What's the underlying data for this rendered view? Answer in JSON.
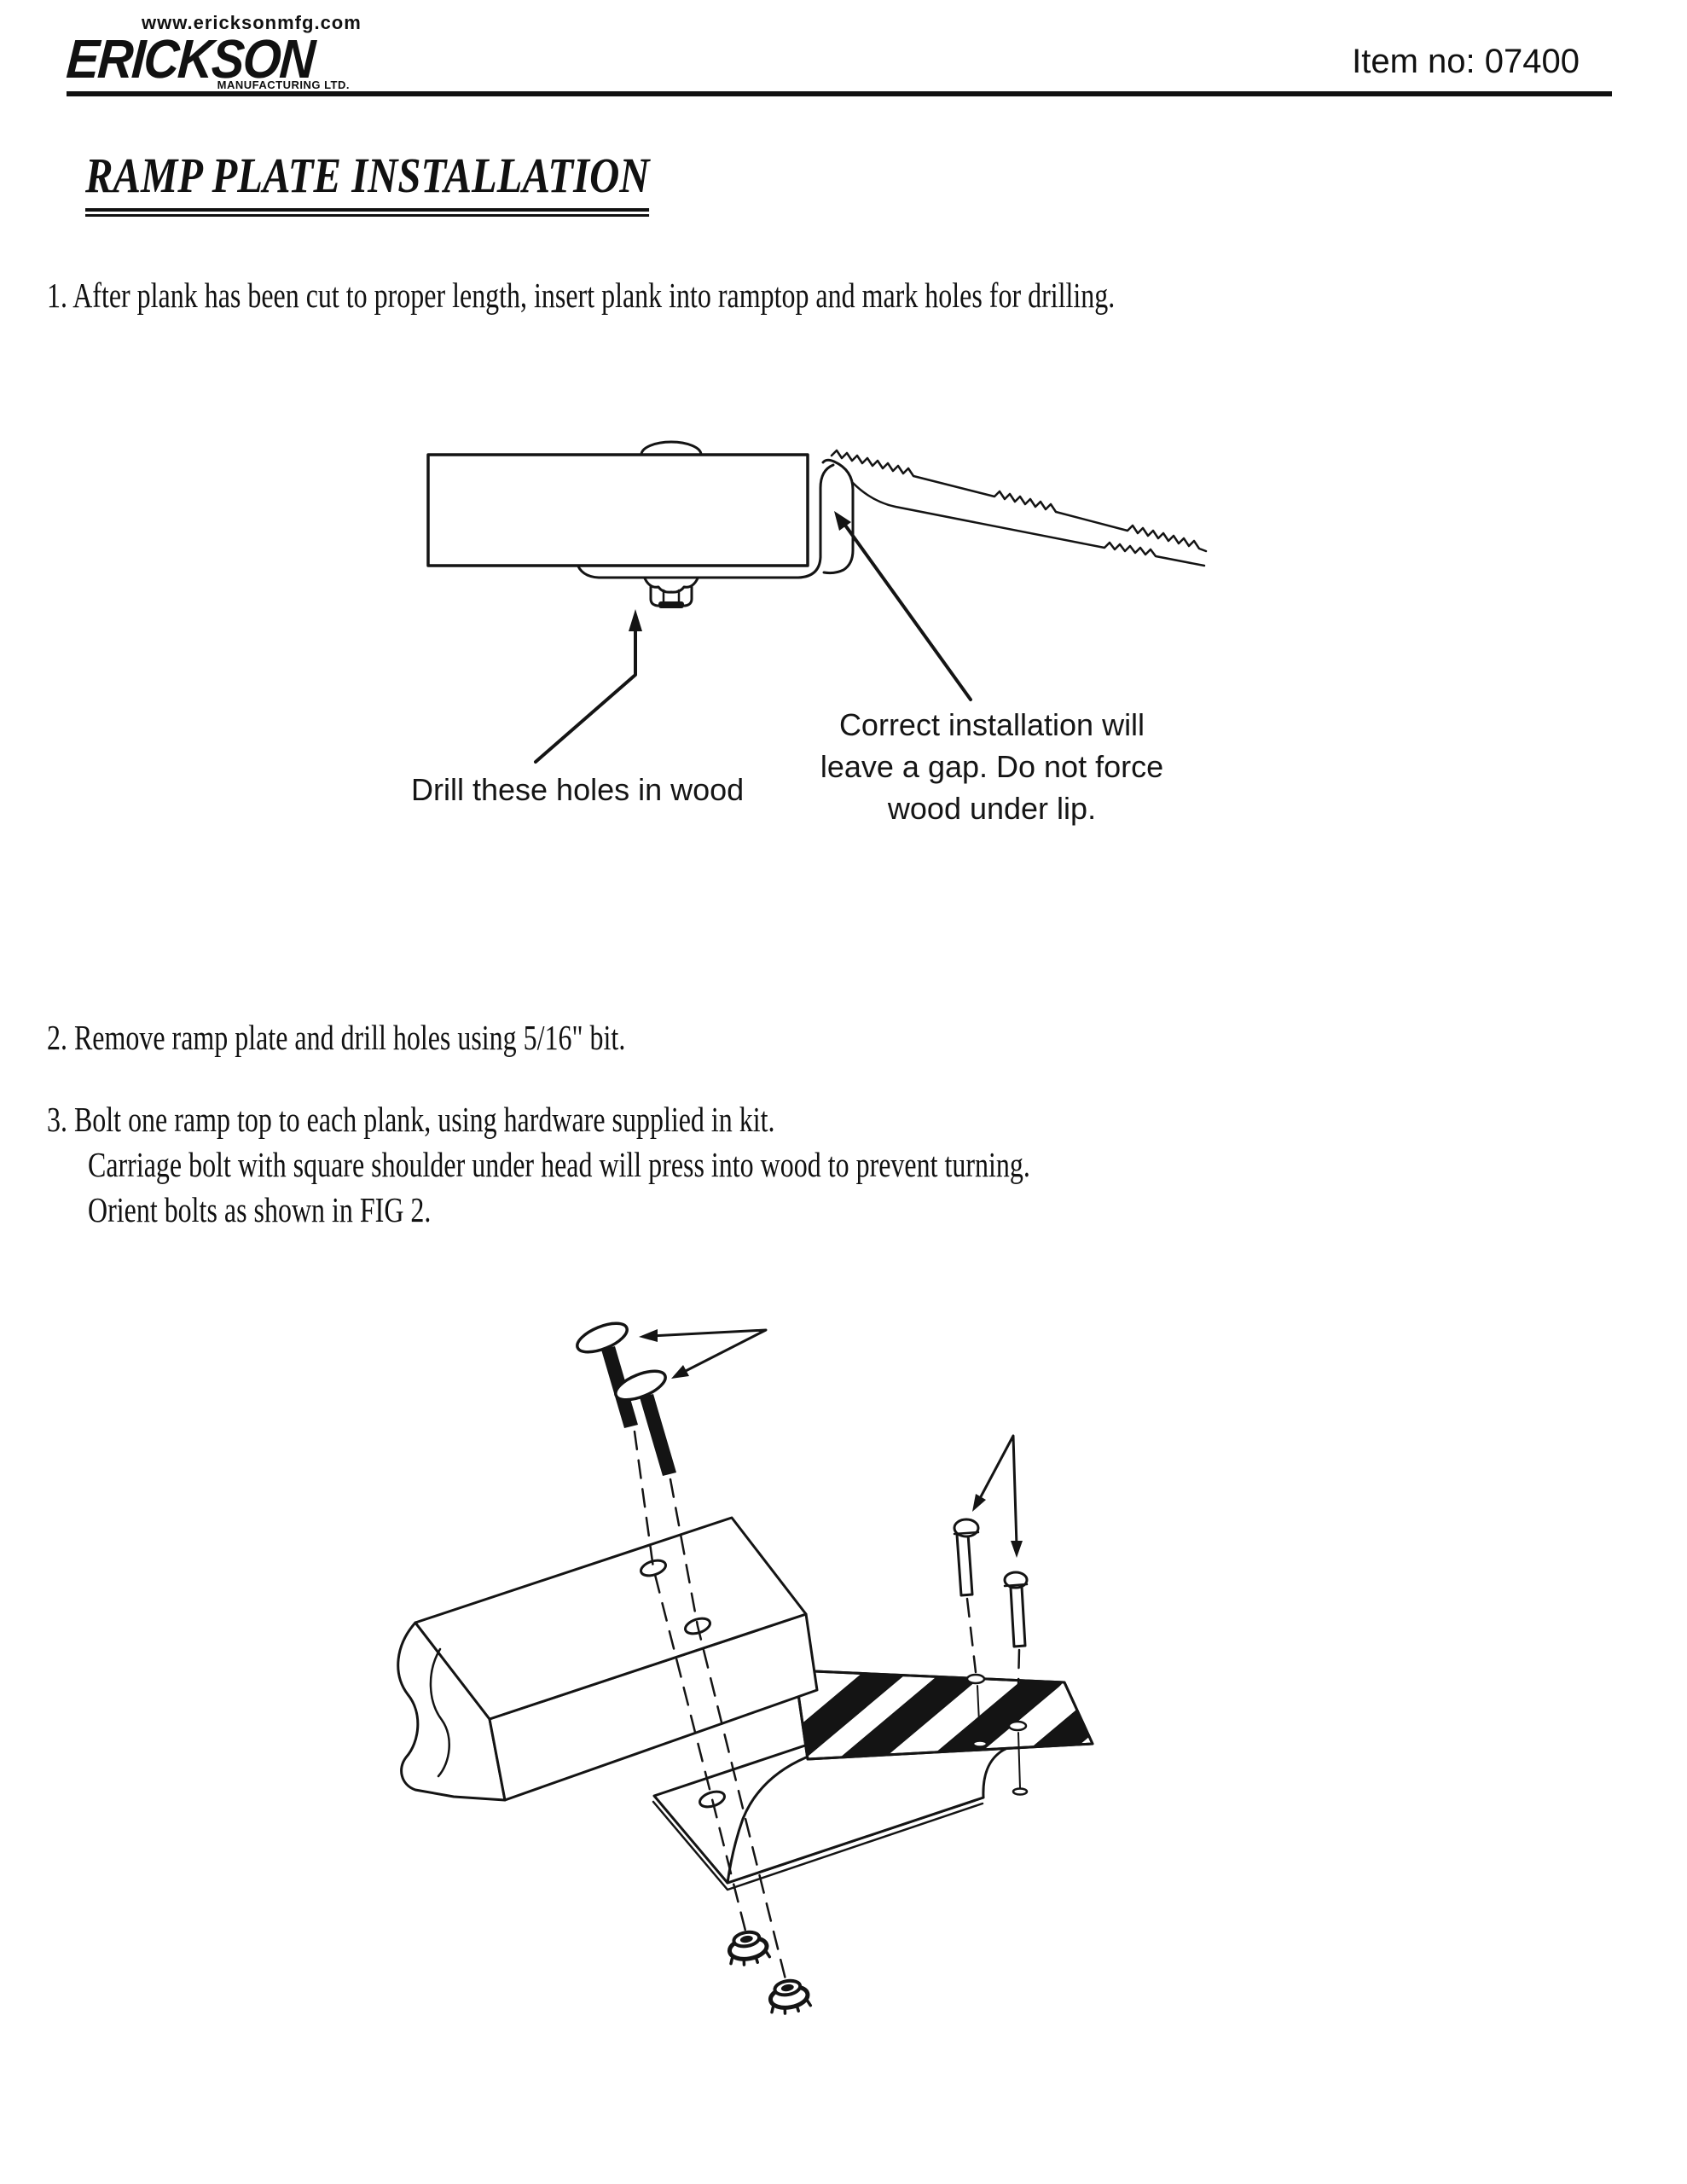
{
  "header": {
    "website": "www.ericksonmfg.com",
    "brand": "ERICKSON",
    "brand_suffix": "MANUFACTURING LTD.",
    "item_no": "Item no: 07400"
  },
  "title": "RAMP PLATE INSTALLATION",
  "steps": {
    "step1": "1. After plank has been cut to proper length, insert plank into  ramptop and mark holes for drilling.",
    "step2": "2. Remove ramp plate and drill holes using 5/16\" bit.",
    "step3_line1": "3. Bolt one ramp top to each plank, using hardware supplied in kit.",
    "step3_line2": "Carriage bolt with square shoulder under head will press into wood to prevent turning.",
    "step3_line3": "Orient bolts as shown in FIG 2."
  },
  "figure1": {
    "label_drill_holes": "Drill these holes in wood",
    "label_gap": "Correct installation will\nleave a gap. Do not force\nwood under lip."
  },
  "colors": {
    "ink": "#141414",
    "paper": "#ffffff"
  }
}
